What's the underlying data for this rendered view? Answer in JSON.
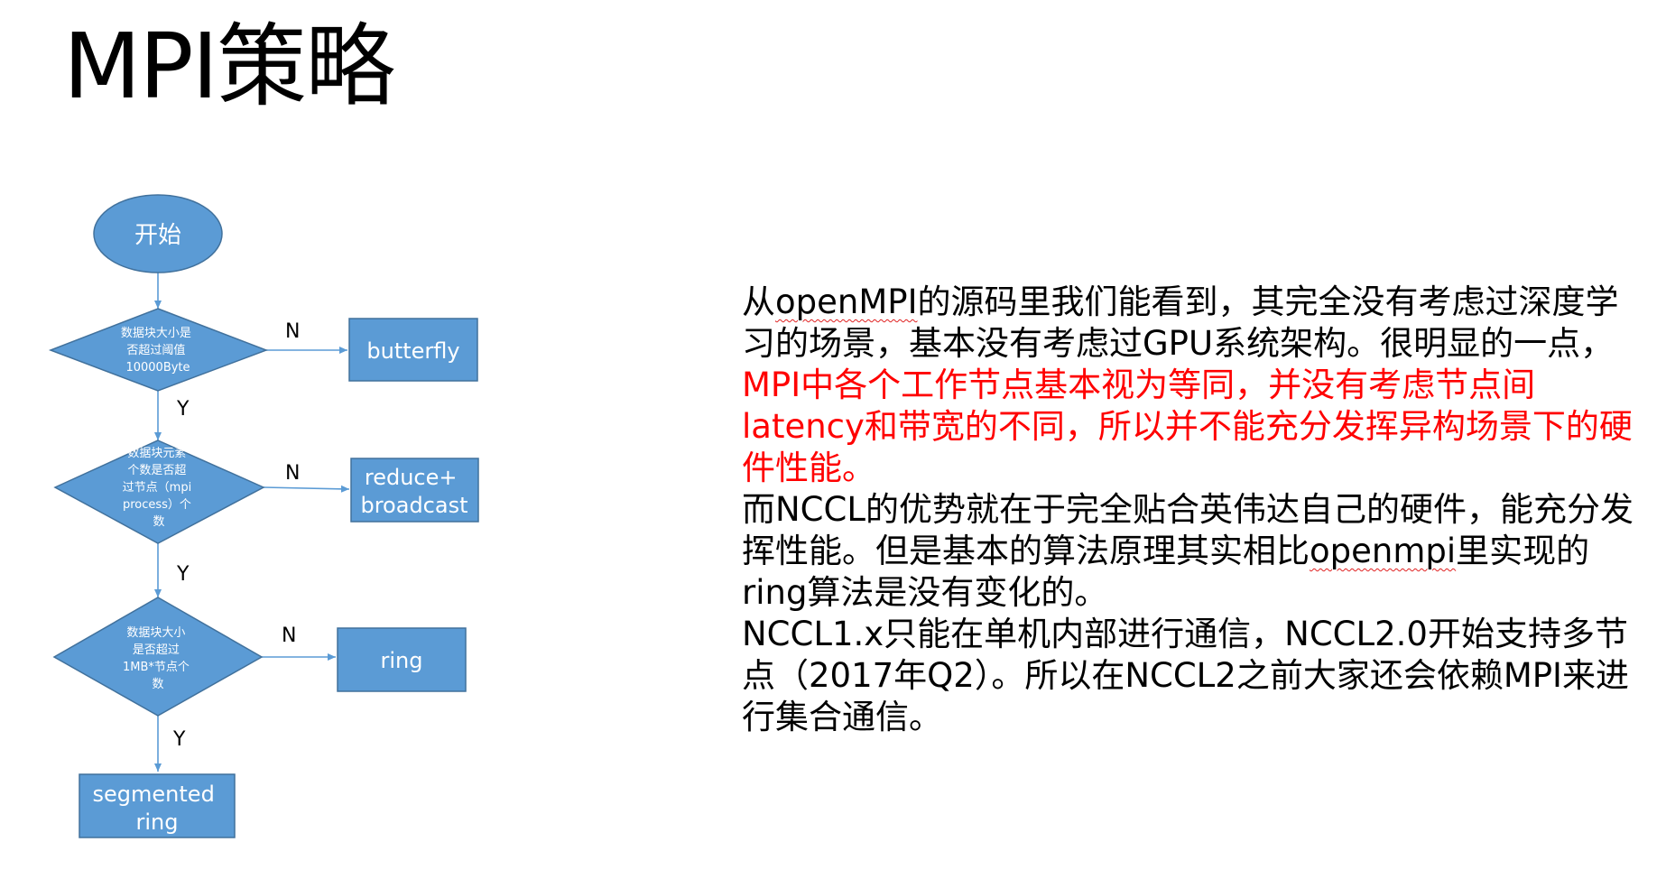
{
  "title": "MPI策略",
  "colors": {
    "shape_fill": "#5b9bd5",
    "shape_stroke": "#41719c",
    "connector": "#5b9bd5",
    "highlight_text": "#ff0000"
  },
  "flowchart": {
    "start": "开始",
    "decision1": [
      "数据块大小是",
      "否超过阈值",
      "10000Byte"
    ],
    "decision2": [
      "数据块元素",
      "个数是否超",
      "过节点（mpi",
      "process）个",
      "数"
    ],
    "decision3": [
      "数据块大小",
      "是否超过",
      "1MB*节点个",
      "数"
    ],
    "box_butterfly": [
      "butterfly"
    ],
    "box_reduce_broadcast": [
      "reduce+",
      "broadcast"
    ],
    "box_ring": [
      "ring"
    ],
    "box_segmented_ring": [
      "segmented",
      "ring"
    ],
    "label_no_1": "N",
    "label_no_2": "N",
    "label_no_3": "N",
    "label_yes_1": "Y",
    "label_yes_2": "Y",
    "label_yes_3": "Y"
  },
  "paragraphs": {
    "p1_a": "从",
    "p1_b": "openMPI",
    "p1_c": "的源码里我们能看到，其完全没有考虑过深度学习的场景，基本没有考虑过GPU系统架构。很明显的一点，",
    "p1_red": "MPI中各个工作节点基本视为等同，并没有考虑节点间latency和带宽的不同，所以并不能充分发挥异构场景下的硬件性能。",
    "p2_a": "而NCCL的优势就在于完全贴合英伟达自己的硬件，能充分发挥性能。但是基本的算法原理其实相比",
    "p2_b": "openmpi",
    "p2_c": "里实现的ring算法是没有变化的。",
    "p3": "NCCL1.x只能在单机内部进行通信，NCCL2.0开始支持多节点（2017年Q2）。所以在NCCL2之前大家还会依赖MPI来进行集合通信。"
  }
}
